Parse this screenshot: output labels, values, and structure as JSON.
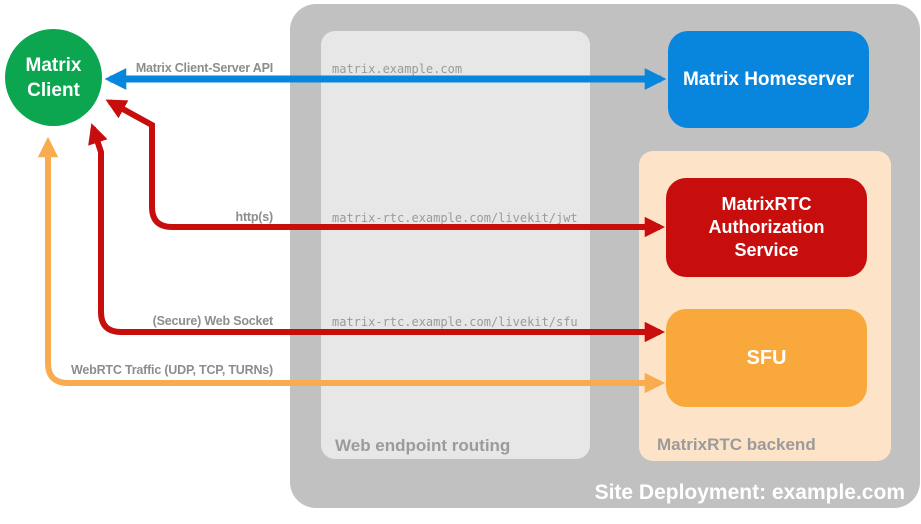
{
  "nodes": {
    "matrix_client": {
      "label": "Matrix Client",
      "color": "#0BA64F"
    },
    "matrix_homeserver": {
      "label": "Matrix Homeserver",
      "color": "#0886DD"
    },
    "matrixrtc_authorization_service": {
      "label": "MatrixRTC Authorization Service",
      "color": "#C80D0D"
    },
    "sfu": {
      "label": "SFU",
      "color": "#F9A93C"
    }
  },
  "containers": {
    "site_deployment": {
      "label": "Site Deployment: example.com",
      "fill": "#C1C1C1"
    },
    "web_endpoint_routing": {
      "label": "Web endpoint routing",
      "fill": "#E7E7E7"
    },
    "matrixrtc_backend": {
      "label": "MatrixRTC backend",
      "fill": "#FDE4C9"
    }
  },
  "endpoints": {
    "homeserver_host": "matrix.example.com",
    "jwt_path": "matrix-rtc.example.com/livekit/jwt",
    "sfu_path": "matrix-rtc.example.com/livekit/sfu"
  },
  "arrows": {
    "client_server_api": {
      "label": "Matrix Client-Server API",
      "color": "#0886DD",
      "bidirectional": true
    },
    "http": {
      "label": "http(s)",
      "color": "#C80D0D",
      "bidirectional": true
    },
    "web_socket": {
      "label": "(Secure) Web Socket",
      "color": "#C80D0D",
      "bidirectional": true
    },
    "webrtc_traffic": {
      "label": "WebRTC Traffic (UDP, TCP, TURNs)",
      "color": "#F9AC4F",
      "bidirectional": true
    }
  }
}
